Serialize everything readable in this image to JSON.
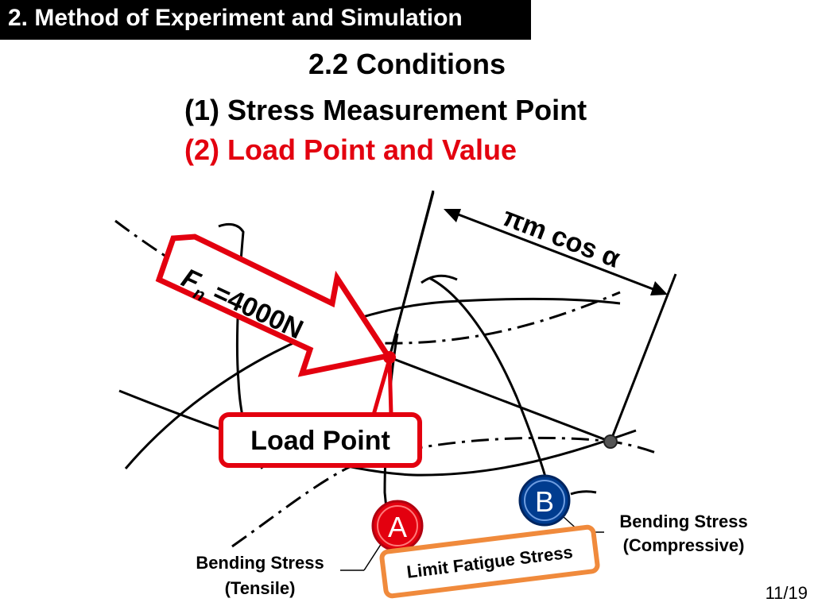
{
  "header": {
    "title": "2. Method of Experiment and Simulation"
  },
  "slide": {
    "title": "2.2 Conditions"
  },
  "list": {
    "item1": "(1) Stress Measurement Point",
    "item2": "(2) Load Point and Value"
  },
  "diagram": {
    "dimension_label": "πm cos α",
    "force_symbol": "F",
    "force_subscript": "n",
    "force_value": " =4000N",
    "load_point_label": "Load Point",
    "point_a": {
      "letter": "A",
      "caption_line1": "Bending Stress",
      "caption_line2": "(Tensile)"
    },
    "point_b": {
      "letter": "B",
      "caption_line1": "Bending Stress",
      "caption_line2": "(Compressive)"
    },
    "limit_label": "Limit Fatigue Stress"
  },
  "colors": {
    "red": "#e3000f",
    "blue": "#003c8f",
    "orange": "#f08a3c",
    "header_bg": "#000000"
  },
  "footer": {
    "page": "11/19"
  }
}
